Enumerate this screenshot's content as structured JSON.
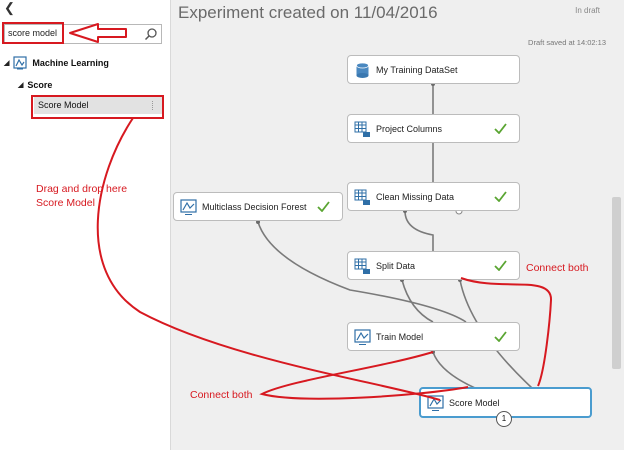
{
  "sidebar": {
    "search": {
      "value": "score model"
    },
    "tree": {
      "category": "Machine Learning",
      "subcategory": "Score",
      "item": "Score Model"
    }
  },
  "canvas": {
    "title": "Experiment created on 11/04/2016",
    "status": "In draft",
    "draft_saved": "Draft saved at 14:02:13",
    "modules": [
      {
        "name": "My Training DataSet",
        "check": false
      },
      {
        "name": "Project Columns",
        "check": true
      },
      {
        "name": "Clean Missing Data",
        "check": true
      },
      {
        "name": "Multiclass Decision Forest",
        "check": true
      },
      {
        "name": "Split Data",
        "check": true
      },
      {
        "name": "Train Model",
        "check": true
      },
      {
        "name": "Score Model",
        "check": false
      }
    ],
    "port_badge": "1"
  },
  "annotations": {
    "drag_line1": "Drag and drop here",
    "drag_line2": "Score Model",
    "connect_right": "Connect both",
    "connect_left": "Connect both",
    "highlight_color": "#d71920"
  }
}
